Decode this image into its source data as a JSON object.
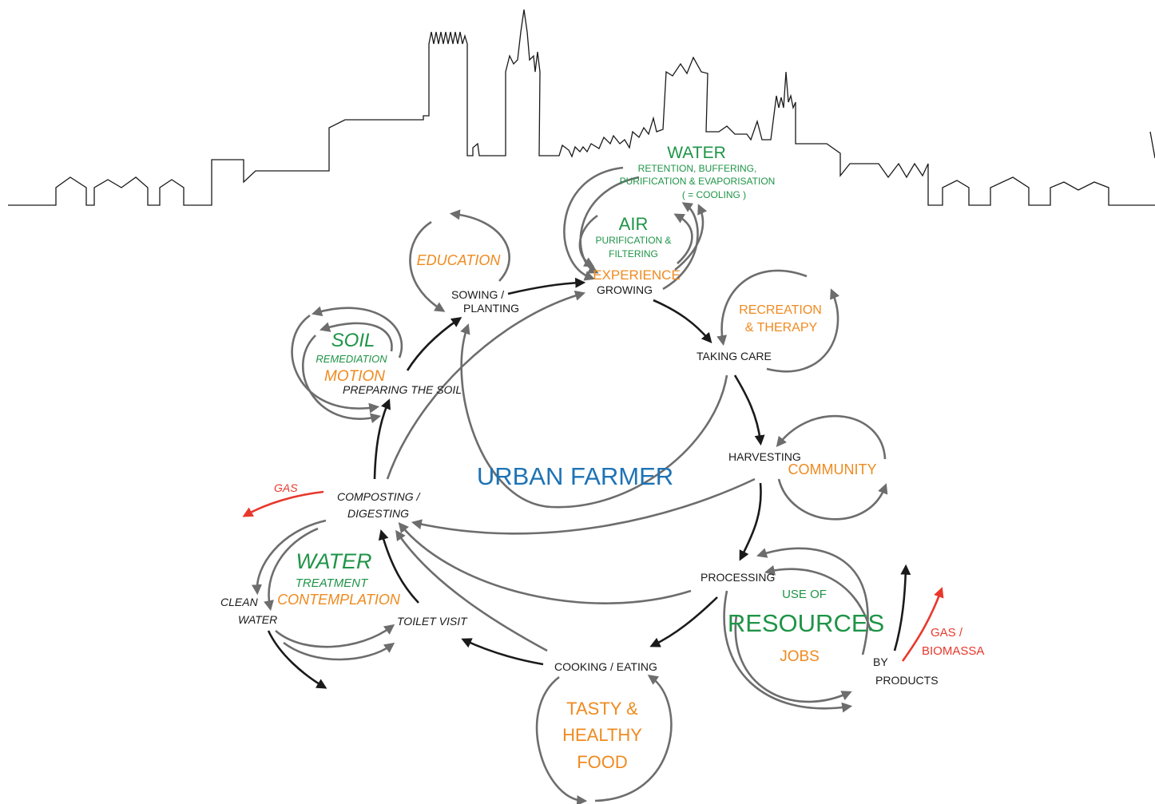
{
  "center_title": "URBAN FARMER",
  "cycle_stages": {
    "sowing": "SOWING /",
    "planting": "PLANTING",
    "growing": "GROWING",
    "taking_care": "TAKING CARE",
    "harvesting": "HARVESTING",
    "processing": "PROCESSING",
    "cooking": "COOKING / EATING",
    "toilet": "TOILET VISIT",
    "composting": "COMPOSTING /",
    "digesting": "DIGESTING",
    "preparing_soil": "PREPARING THE SOIL",
    "clean": "CLEAN",
    "water": "WATER",
    "by": "BY",
    "products": "PRODUCTS"
  },
  "benefits": {
    "water_top": {
      "title": "WATER",
      "line1": "RETENTION, BUFFERING,",
      "line2": "PURIFICATION & EVAPORISATION",
      "line3": "( = COOLING )"
    },
    "air": {
      "title": "AIR",
      "line1": "PURIFICATION &",
      "line2": "FILTERING"
    },
    "experience": "EXPERIENCE",
    "education": "EDUCATION",
    "soil": {
      "title": "SOIL",
      "sub": "REMEDIATION",
      "extra": "MOTION"
    },
    "recreation": {
      "line1": "RECREATION",
      "line2": "& THERAPY"
    },
    "community": "COMMUNITY",
    "water_left": {
      "title": "WATER",
      "sub": "TREATMENT",
      "extra": "CONTEMPLATION"
    },
    "resources": {
      "line1": "USE OF",
      "title": "RESOURCES",
      "extra": "JOBS"
    },
    "food": {
      "line1": "TASTY &",
      "line2": "HEALTHY",
      "line3": "FOOD"
    }
  },
  "outputs": {
    "gas_left": "GAS",
    "gas_right_1": "GAS /",
    "gas_right_2": "BIOMASSA"
  },
  "colors": {
    "green": "#1f9447",
    "orange": "#ef8a1f",
    "blue": "#1d73b5",
    "red": "#e8382c",
    "gray_arrow": "#6d6d6d",
    "dark_arrow": "#1a1a1a"
  }
}
